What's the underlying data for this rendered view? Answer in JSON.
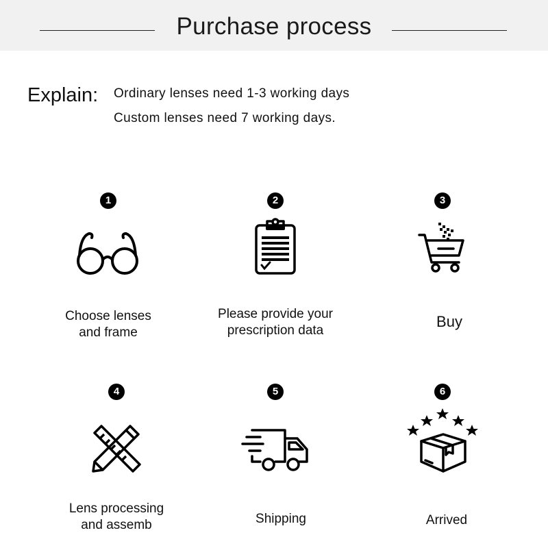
{
  "header": {
    "title": "Purchase process"
  },
  "explain": {
    "label": "Explain:",
    "lines": [
      "Ordinary lenses need 1-3 working days",
      "Custom lenses need 7 working days."
    ]
  },
  "steps": [
    {
      "number": "1",
      "icon": "glasses-icon",
      "label_lines": [
        "Choose lenses",
        "and frame"
      ]
    },
    {
      "number": "2",
      "icon": "clipboard-icon",
      "label_lines": [
        "Please provide your",
        "prescription data"
      ]
    },
    {
      "number": "3",
      "icon": "shopping-cart-icon",
      "label_lines": [
        "Buy"
      ]
    },
    {
      "number": "4",
      "icon": "pencil-ruler-icon",
      "label_lines": [
        "Lens processing",
        "and assemb"
      ]
    },
    {
      "number": "5",
      "icon": "delivery-truck-icon",
      "label_lines": [
        "Shipping"
      ]
    },
    {
      "number": "6",
      "icon": "box-stars-icon",
      "label_lines": [
        "Arrived"
      ]
    }
  ]
}
